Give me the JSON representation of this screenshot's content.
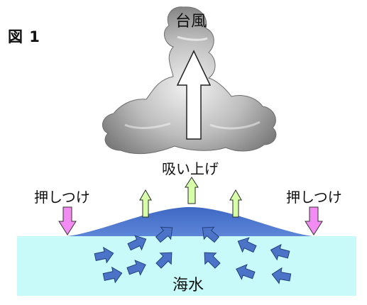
{
  "figure": {
    "label": "図 1"
  },
  "labels": {
    "typhoon": "台風",
    "suction": "吸い上げ",
    "push_left": "押しつけ",
    "push_right": "押しつけ",
    "seawater": "海水"
  },
  "colors": {
    "sea": "#c8fafa",
    "bulge": "#4a72c8",
    "cloud": "#8c8c8c",
    "up_arrow_small": "#d7ffa8",
    "push_arrow": "#f28cf2",
    "water_arrow": "#4b73c8"
  },
  "icons": {
    "cloud": "storm-cloud-icon",
    "big_up": "big-up-arrow-icon",
    "small_up": "small-up-arrow-icon",
    "push": "push-down-arrow-icon",
    "water": "water-flow-arrow-icon"
  }
}
